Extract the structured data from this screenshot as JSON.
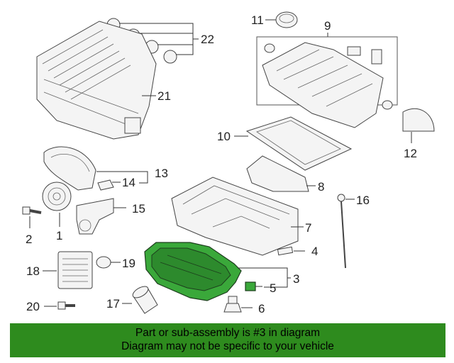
{
  "callouts": {
    "c1": "1",
    "c2": "2",
    "c3": "3",
    "c4": "4",
    "c5": "5",
    "c6": "6",
    "c7": "7",
    "c8": "8",
    "c9": "9",
    "c10": "10",
    "c11": "11",
    "c12": "12",
    "c13": "13",
    "c14": "14",
    "c15": "15",
    "c16": "16",
    "c17": "17",
    "c18": "18",
    "c19": "19",
    "c20": "20",
    "c21": "21",
    "c22": "22"
  },
  "highlight_color": "#3aa83a",
  "footer": {
    "line1": "Part or sub-assembly is #3 in diagram",
    "line2": "Diagram may not be specific to your vehicle",
    "background": "#2e8b1e"
  }
}
